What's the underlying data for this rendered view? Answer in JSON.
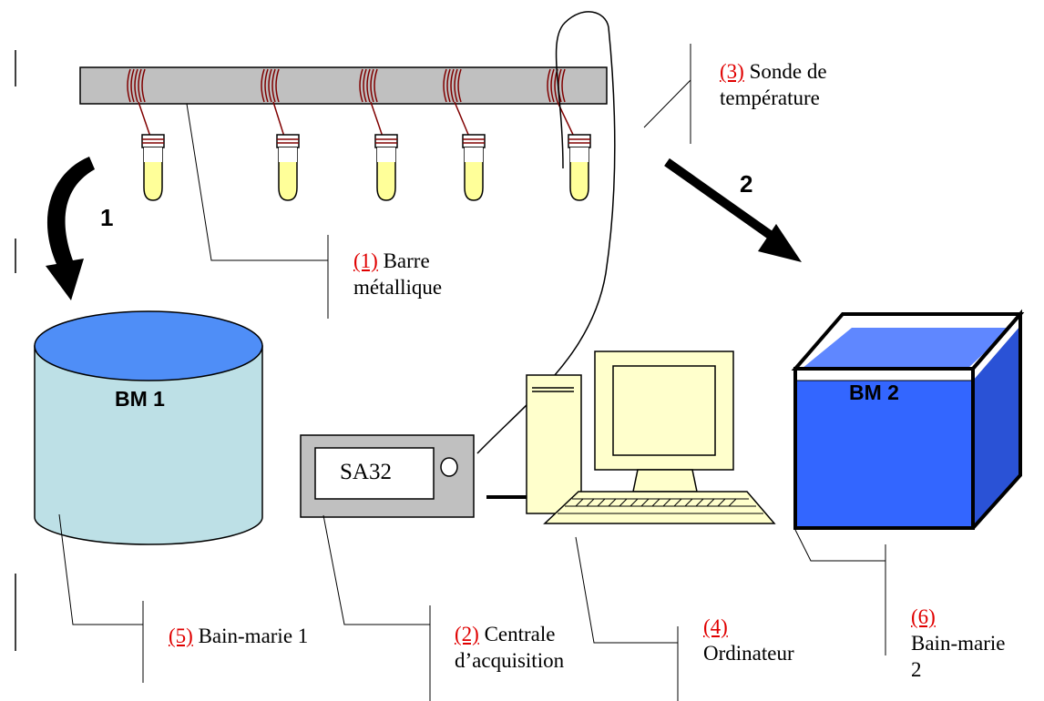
{
  "steps": {
    "step1": "1",
    "step2": "2"
  },
  "baths": {
    "bath1_title": "BM 1",
    "bath2_title": "BM 2"
  },
  "device": {
    "screen_text": "SA32"
  },
  "labels": [
    {
      "ref": "(1)",
      "line1": "Barre",
      "line2": "métallique"
    },
    {
      "ref": "(2)",
      "line1": "Centrale",
      "line2": "d’acquisition"
    },
    {
      "ref": "(3)",
      "line1": "Sonde de",
      "line2": "température"
    },
    {
      "ref": "(4)",
      "line1": "",
      "line2": "Ordinateur"
    },
    {
      "ref": "(5)",
      "line1": "Bain-marie 1",
      "line2": ""
    },
    {
      "ref": "(6)",
      "line1": "Bain-marie",
      "line2": "2"
    }
  ],
  "colors": {
    "ref_red": "#e00000",
    "bar_gray": "#c0c0c0",
    "bath1_water": "#4f8ef7",
    "bath1_body": "#bde0e6",
    "bath2_blue": "#3366ff",
    "tube_liquid": "#ffff99",
    "thermocouple_wire": "#800000",
    "screen_beige": "#ffffcc"
  }
}
